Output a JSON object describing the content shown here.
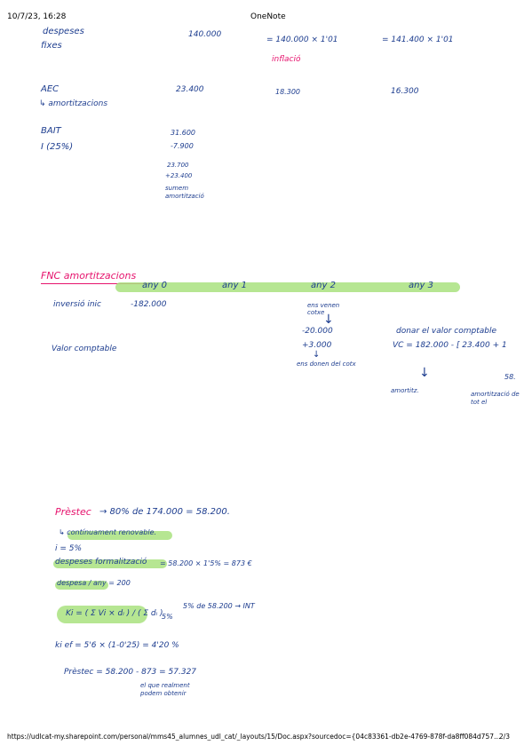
{
  "header": {
    "timestamp": "10/7/23, 16:28",
    "title": "OneNote"
  },
  "footer": {
    "url": "https://udlcat-my.sharepoint.com/personal/mms45_alumnes_udl_cat/_layouts/15/Doc.aspx?sourcedoc={04c83361-db2e-4769-878f-da8ff084d757…",
    "page": "2/3"
  },
  "notes": {
    "despeses": "despeses",
    "fixes": "fixes",
    "v140000": "140.000",
    "calc_inflacio": "= 140.000 × 1'01",
    "inflacio": "inflació",
    "result_14140": "= 141.400 × 1'01",
    "aec": "AEC",
    "amortitzacions": "↳ amortitzacions",
    "v23400": "23.400",
    "v18300": "18.300",
    "v16300": "16.300",
    "bait": "BAIT",
    "impost": "I (25%)",
    "v31600": "31.600",
    "v7900": "-7.900",
    "v23700": "23.700",
    "v23400b": "+23.400",
    "sumem_amort": "sumem amortització",
    "fnc_title": "FNC amortitzacions",
    "any0": "any 0",
    "any1": "any 1",
    "any2": "any 2",
    "any3": "any 3",
    "inversio_inic": "inversió inic",
    "v182000": "-182.000",
    "ens_venen": "ens venen cotxe",
    "v20000": "-20.000",
    "v3000": "+3.000",
    "ens_donen": "ens donen del cotx",
    "valor_comptable": "Valor comptable",
    "donar_valor": "donar el valor comptable",
    "vc_calc": "VC = 182.000 - [ 23.400 + 1",
    "amortitz": "amortitz.",
    "v58": "58.",
    "amortitzacio_tot": "amortització de tot el",
    "prestec_line": "Prèstec → 80% de 174.000 = 58.200",
    "prestec_label": "Prèstec",
    "prestec_rest": "→ 80% de 174.000 = 58.200.",
    "continuament": "↳ contínuament renovable.",
    "i5": "i = 5%",
    "despeses_form": "despeses formalització",
    "desp_form_calc": "= 58.200 × 1'5% = 873 €",
    "despesa_any": "despesa / any = 200",
    "ki_formula": "Ki = ( Σ Vi × dᵢ ) / ( Σ dᵢ )",
    "five_pct_int": "5% de 58.200 → INT",
    "five_pct": "5%",
    "ki_ef": "ki ef = 5'6 × (1-0'25) = 4'20 %",
    "prestec_final": "Prèstec = 58.200 - 873 = 57.327",
    "el_que_realment": "el que realment podem obtenir"
  },
  "colors": {
    "ink_blue": "#1d3d8f",
    "ink_pink": "#e6136d",
    "highlight_green": "#a9e27f"
  }
}
